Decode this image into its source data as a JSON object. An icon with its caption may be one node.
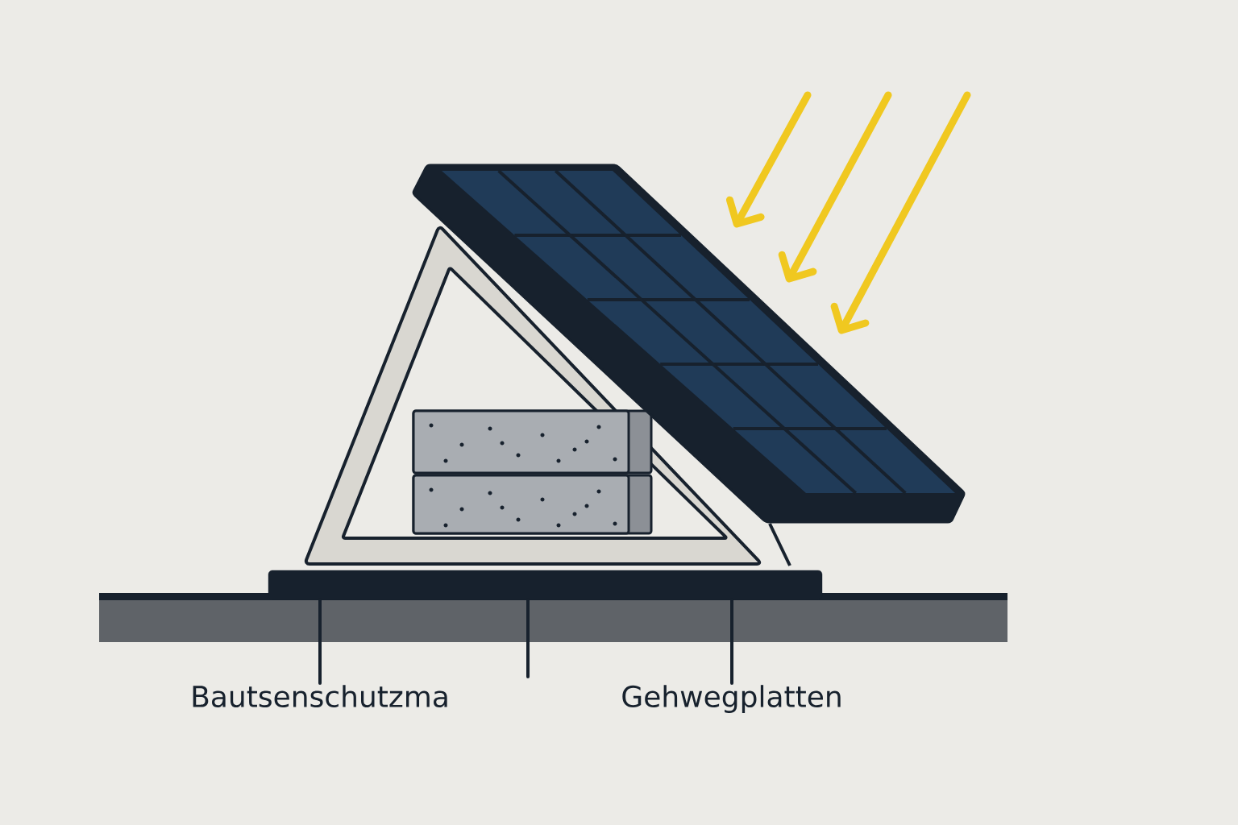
{
  "diagram": {
    "nodes": [
      {
        "text": [
          "Bautsenschutzma"
        ]
      },
      {
        "text": [
          "Gehwegplatten"
        ]
      },
      {
        "text": [],
        "shape": "box"
      }
    ],
    "edges": [
      {
        "from": 0,
        "to": 2,
        "arrow": "none"
      },
      {
        "from": null,
        "to": 2,
        "arrow": "none"
      },
      {
        "from": 1,
        "to": 2,
        "arrow": "none"
      }
    ]
  }
}
